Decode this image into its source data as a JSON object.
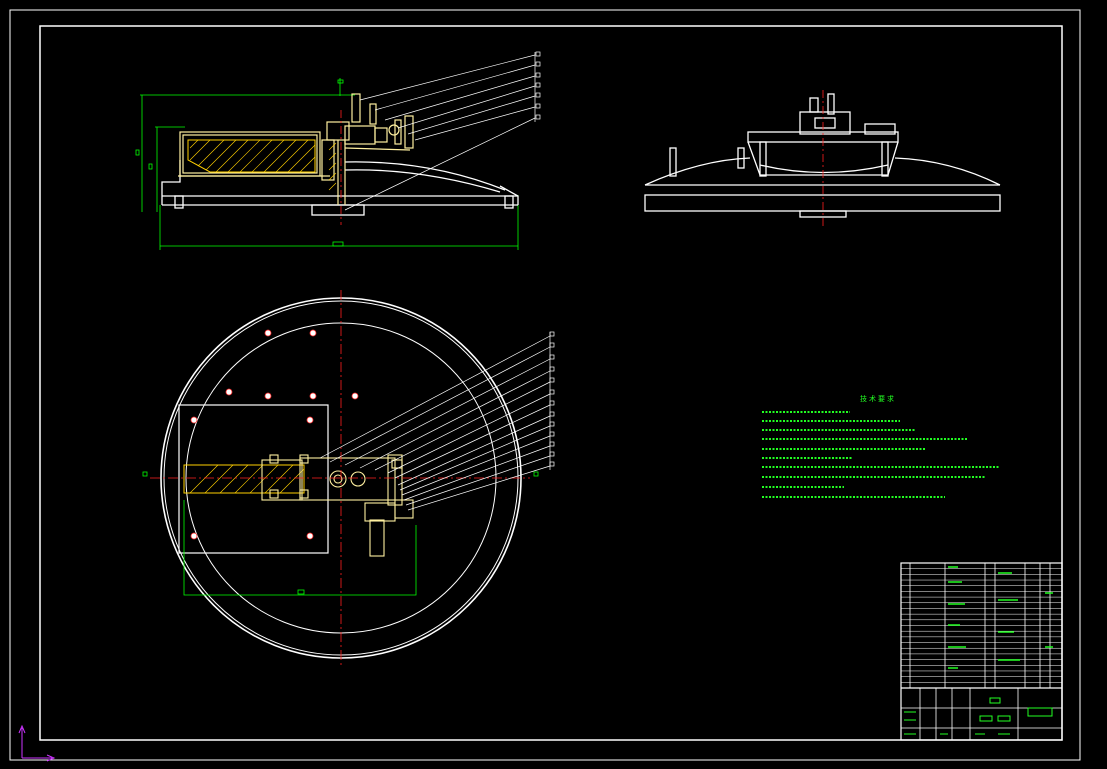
{
  "drawing": {
    "background": "#000000",
    "colors": {
      "outline": "#ffffff",
      "dimension": "#00ff00",
      "centerline": "#ff2020",
      "hatch": "#ffd000",
      "part": "#fff0a0",
      "ucs": "#cc33ff"
    },
    "tech_requirements_title": "技术要求",
    "tech_requirements_lines": 10,
    "balloons_front_view": 7,
    "balloons_plan_view": 13,
    "bom_rows": 22
  }
}
